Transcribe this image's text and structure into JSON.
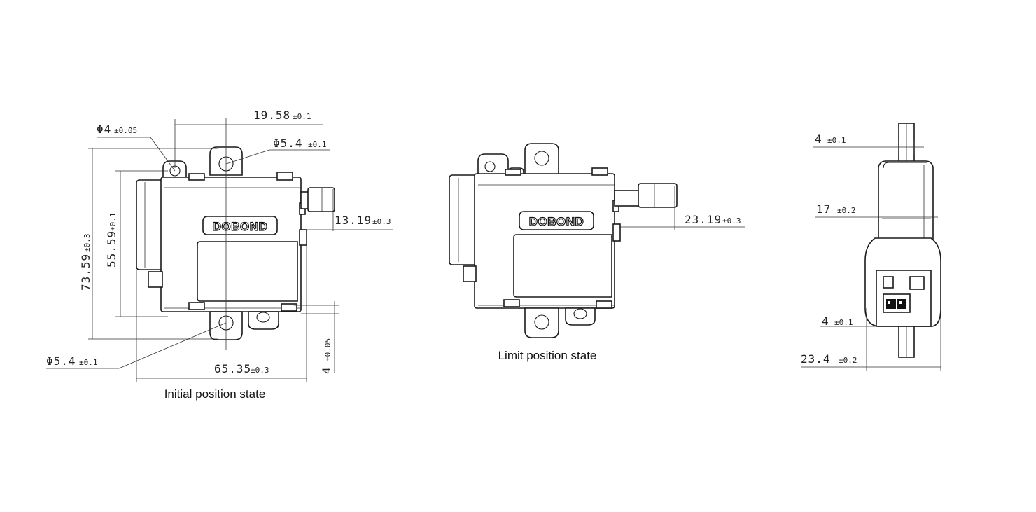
{
  "brand": "DOBOND",
  "views": {
    "initial": {
      "caption": "Initial position state",
      "dims": {
        "top_width": {
          "value": "19.58",
          "tol": "±0.1"
        },
        "hole_small": {
          "value": "Φ4",
          "tol": "±0.05"
        },
        "hole_top": {
          "value": "Φ5.4",
          "tol": "±0.1"
        },
        "plunger": {
          "value": "13.19",
          "tol": "±0.3"
        },
        "overall_height": {
          "value": "73.59",
          "tol": "±0.3"
        },
        "body_height": {
          "value": "55.59",
          "tol": "±0.1"
        },
        "hole_bottom": {
          "value": "Φ5.4",
          "tol": "±0.1"
        },
        "overall_width": {
          "value": "65.35",
          "tol": "±0.3"
        },
        "offset": {
          "value": "4",
          "tol": "±0.05"
        }
      }
    },
    "limit": {
      "caption": "Limit position state",
      "dims": {
        "plunger": {
          "value": "23.19",
          "tol": "±0.3"
        }
      }
    },
    "side": {
      "dims": {
        "flange_top": {
          "value": "4",
          "tol": "±0.1"
        },
        "body_depth": {
          "value": "17",
          "tol": "±0.2"
        },
        "flange_bottom": {
          "value": "4",
          "tol": "±0.1"
        },
        "overall_depth": {
          "value": "23.4",
          "tol": "±0.2"
        }
      }
    }
  }
}
